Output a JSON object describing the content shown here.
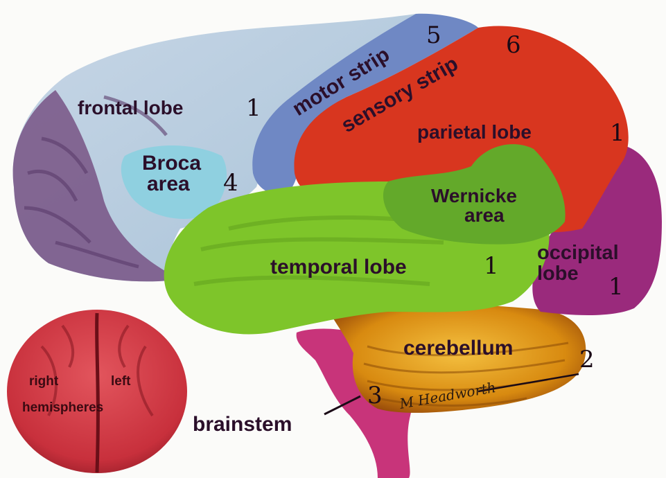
{
  "labels": {
    "frontal": "frontal lobe",
    "frontal_num": "1",
    "motor": "motor strip",
    "motor_num": "5",
    "sensory": "sensory strip",
    "sensory_num": "6",
    "parietal": "parietal lobe",
    "parietal_num": "1",
    "broca_line1": "Broca",
    "broca_line2": "area",
    "broca_num": "4",
    "wernicke_line1": "Wernicke",
    "wernicke_line2": "area",
    "temporal": "temporal lobe",
    "temporal_num": "1",
    "occipital_line1": "occipital",
    "occipital_line2": "lobe",
    "occipital_num": "1",
    "cerebellum": "cerebellum",
    "cerebellum_num": "2",
    "brainstem": "brainstem",
    "brainstem_num": "3",
    "hemi_right": "right",
    "hemi_left": "left",
    "hemi_bottom": "hemispheres",
    "signature": "M Headworth"
  },
  "colors": {
    "frontal": "#b9cfe0",
    "frontal_edge": "#7b5a8a",
    "motor": "#6f88c4",
    "sensory_parietal": "#d8361f",
    "temporal": "#7ec52a",
    "wernicke": "#63a92a",
    "occipital": "#9a2a7c",
    "cerebellum": "#d88a10",
    "brainstem": "#c8347a",
    "broca": "#8fd0e0",
    "hemispheres": "#c8303c"
  }
}
